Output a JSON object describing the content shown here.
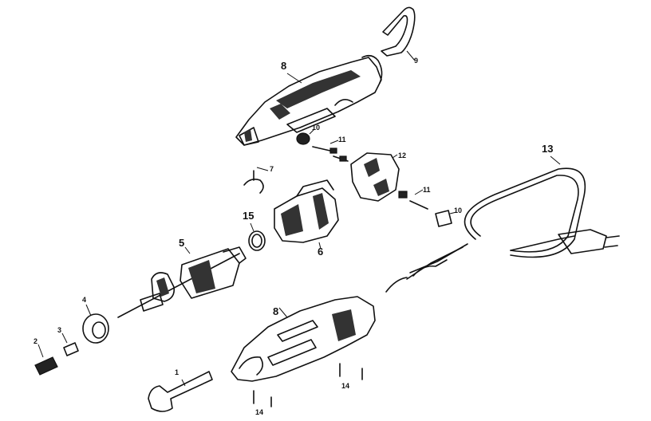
{
  "callouts": {
    "c1": "1",
    "c2": "2",
    "c3": "3",
    "c4": "4",
    "c5": "5",
    "c6": "6",
    "c7": "7",
    "c8_top": "8",
    "c8_bottom": "8",
    "c9": "9",
    "c10_top": "10",
    "c10_right": "10",
    "c11_top": "11",
    "c11_bottom": "11",
    "c12": "12",
    "c13": "13",
    "c14_left": "14",
    "c14_right": "14",
    "c15": "15"
  }
}
